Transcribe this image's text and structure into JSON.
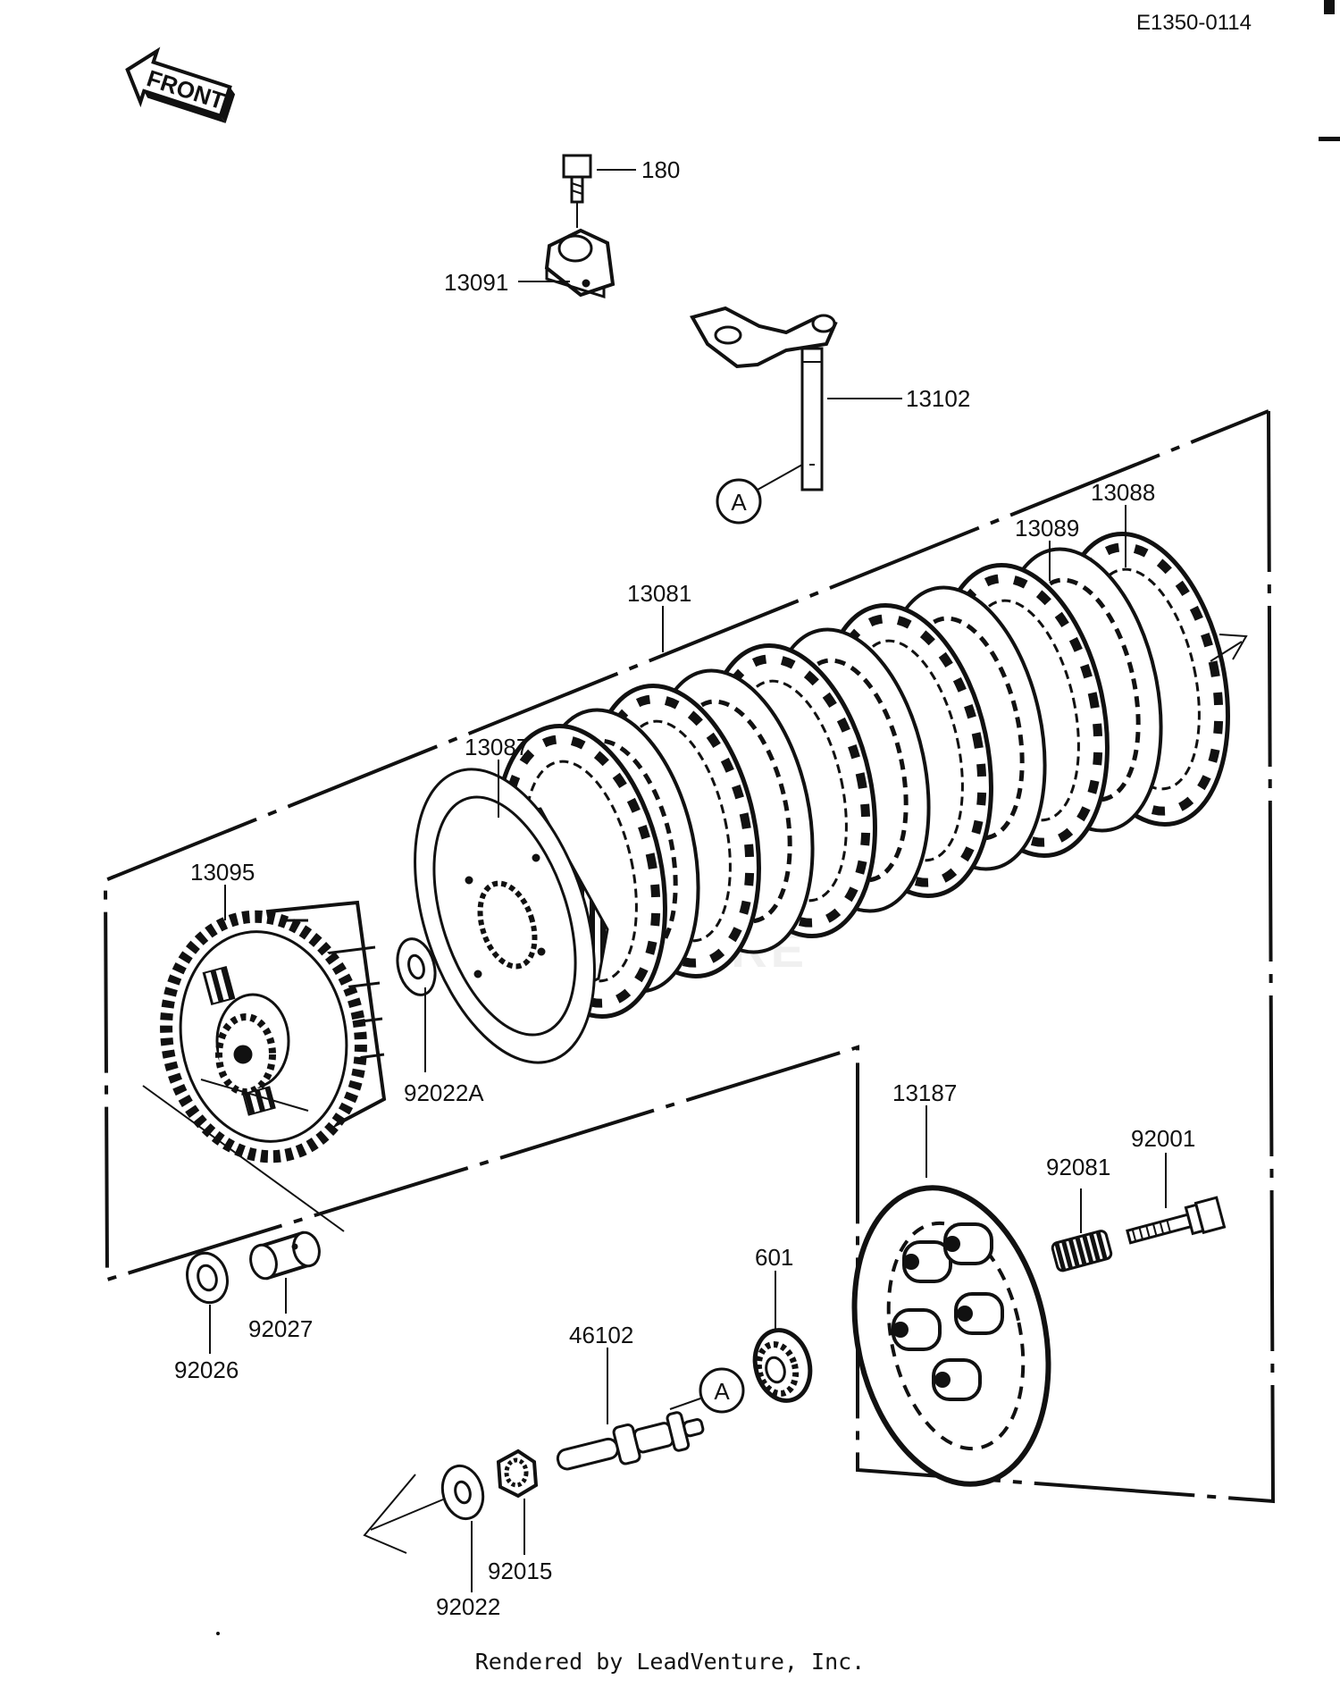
{
  "document": {
    "code": "E1350-0114",
    "front_label": "FRONT",
    "watermark": "MORE",
    "footer": "Rendered by LeadVenture, Inc."
  },
  "parts": {
    "p180": "180",
    "p13091": "13091",
    "p13102": "13102",
    "ref_a_top": "A",
    "p13088": "13088",
    "p13089": "13089",
    "p13081": "13081",
    "p13087": "13087",
    "p13095": "13095",
    "p92022a": "92022A",
    "p13187": "13187",
    "p92081": "92081",
    "p92001": "92001",
    "p601": "601",
    "p46102": "46102",
    "ref_a_bottom": "A",
    "p92027": "92027",
    "p92026": "92026",
    "p92015": "92015",
    "p92022": "92022"
  }
}
